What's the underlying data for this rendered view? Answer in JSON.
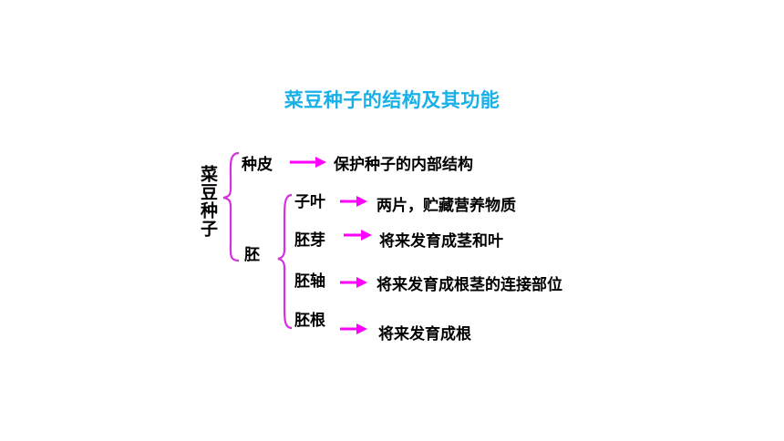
{
  "title": "菜豆种子的结构及其功能",
  "root": "菜豆种子",
  "parts": {
    "seed_coat": {
      "label": "种皮",
      "function": "保护种子的内部结构"
    },
    "embryo": {
      "label": "胚",
      "children": [
        {
          "label": "子叶",
          "function": "两片，贮藏营养物质"
        },
        {
          "label": "胚芽",
          "function": "将来发育成茎和叶"
        },
        {
          "label": "胚轴",
          "function": "将来发育成根茎的连接部位"
        },
        {
          "label": "胚根",
          "function": "将来发育成根"
        }
      ]
    }
  },
  "colors": {
    "title": "#19b0e8",
    "bracket": "#d630e0",
    "arrow": "#ff00ff",
    "text": "#000000"
  }
}
